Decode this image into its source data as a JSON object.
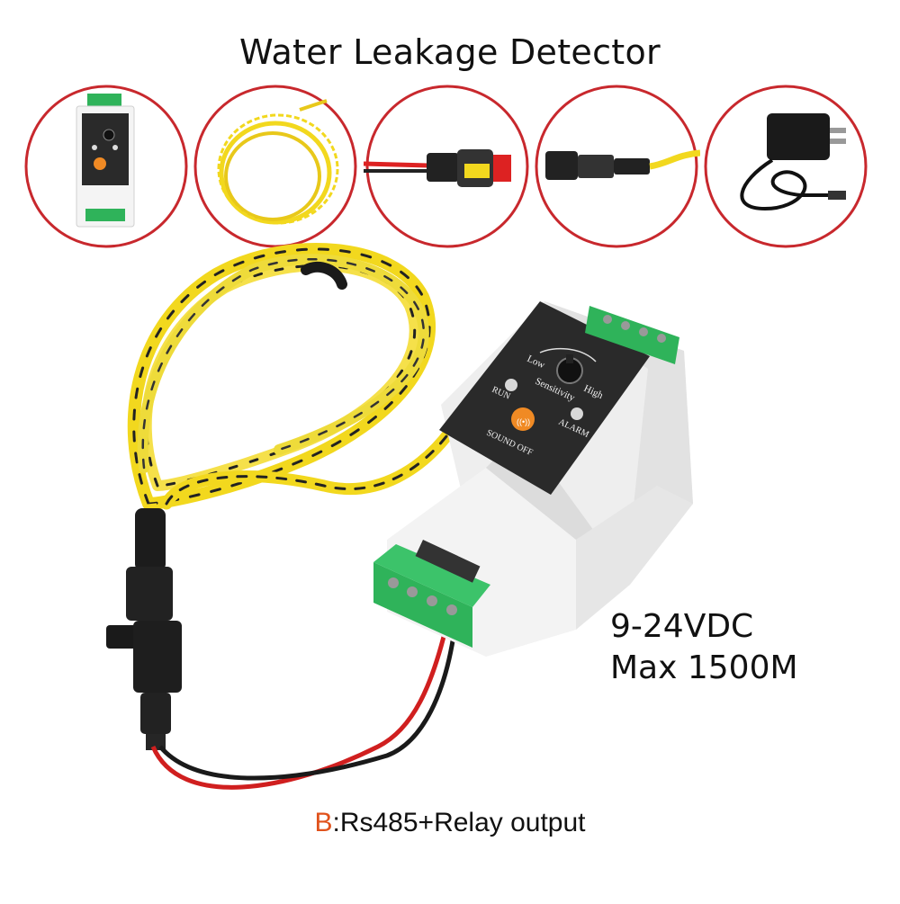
{
  "title": "Water Leakage Detector",
  "thumbnails": [
    {
      "name": "detector-module"
    },
    {
      "name": "sensing-cable"
    },
    {
      "name": "waterproof-connector"
    },
    {
      "name": "connector-plug"
    },
    {
      "name": "power-adapter"
    }
  ],
  "device": {
    "low": "Low",
    "sensitivity": "Sensitivity",
    "high": "High",
    "run": "RUN",
    "alarm": "ALARM",
    "sound_off": "SOUND OFF"
  },
  "specs": {
    "voltage": "9-24VDC",
    "max_length": "Max 1500M"
  },
  "caption": {
    "letter": "B",
    "text": ":Rs485+Relay output"
  },
  "colors": {
    "circle_border": "#c8282d",
    "cable_yellow": "#f2d81e",
    "terminal_green": "#2fb35a",
    "button_orange": "#f08a24",
    "caption_letter": "#e0521c"
  }
}
